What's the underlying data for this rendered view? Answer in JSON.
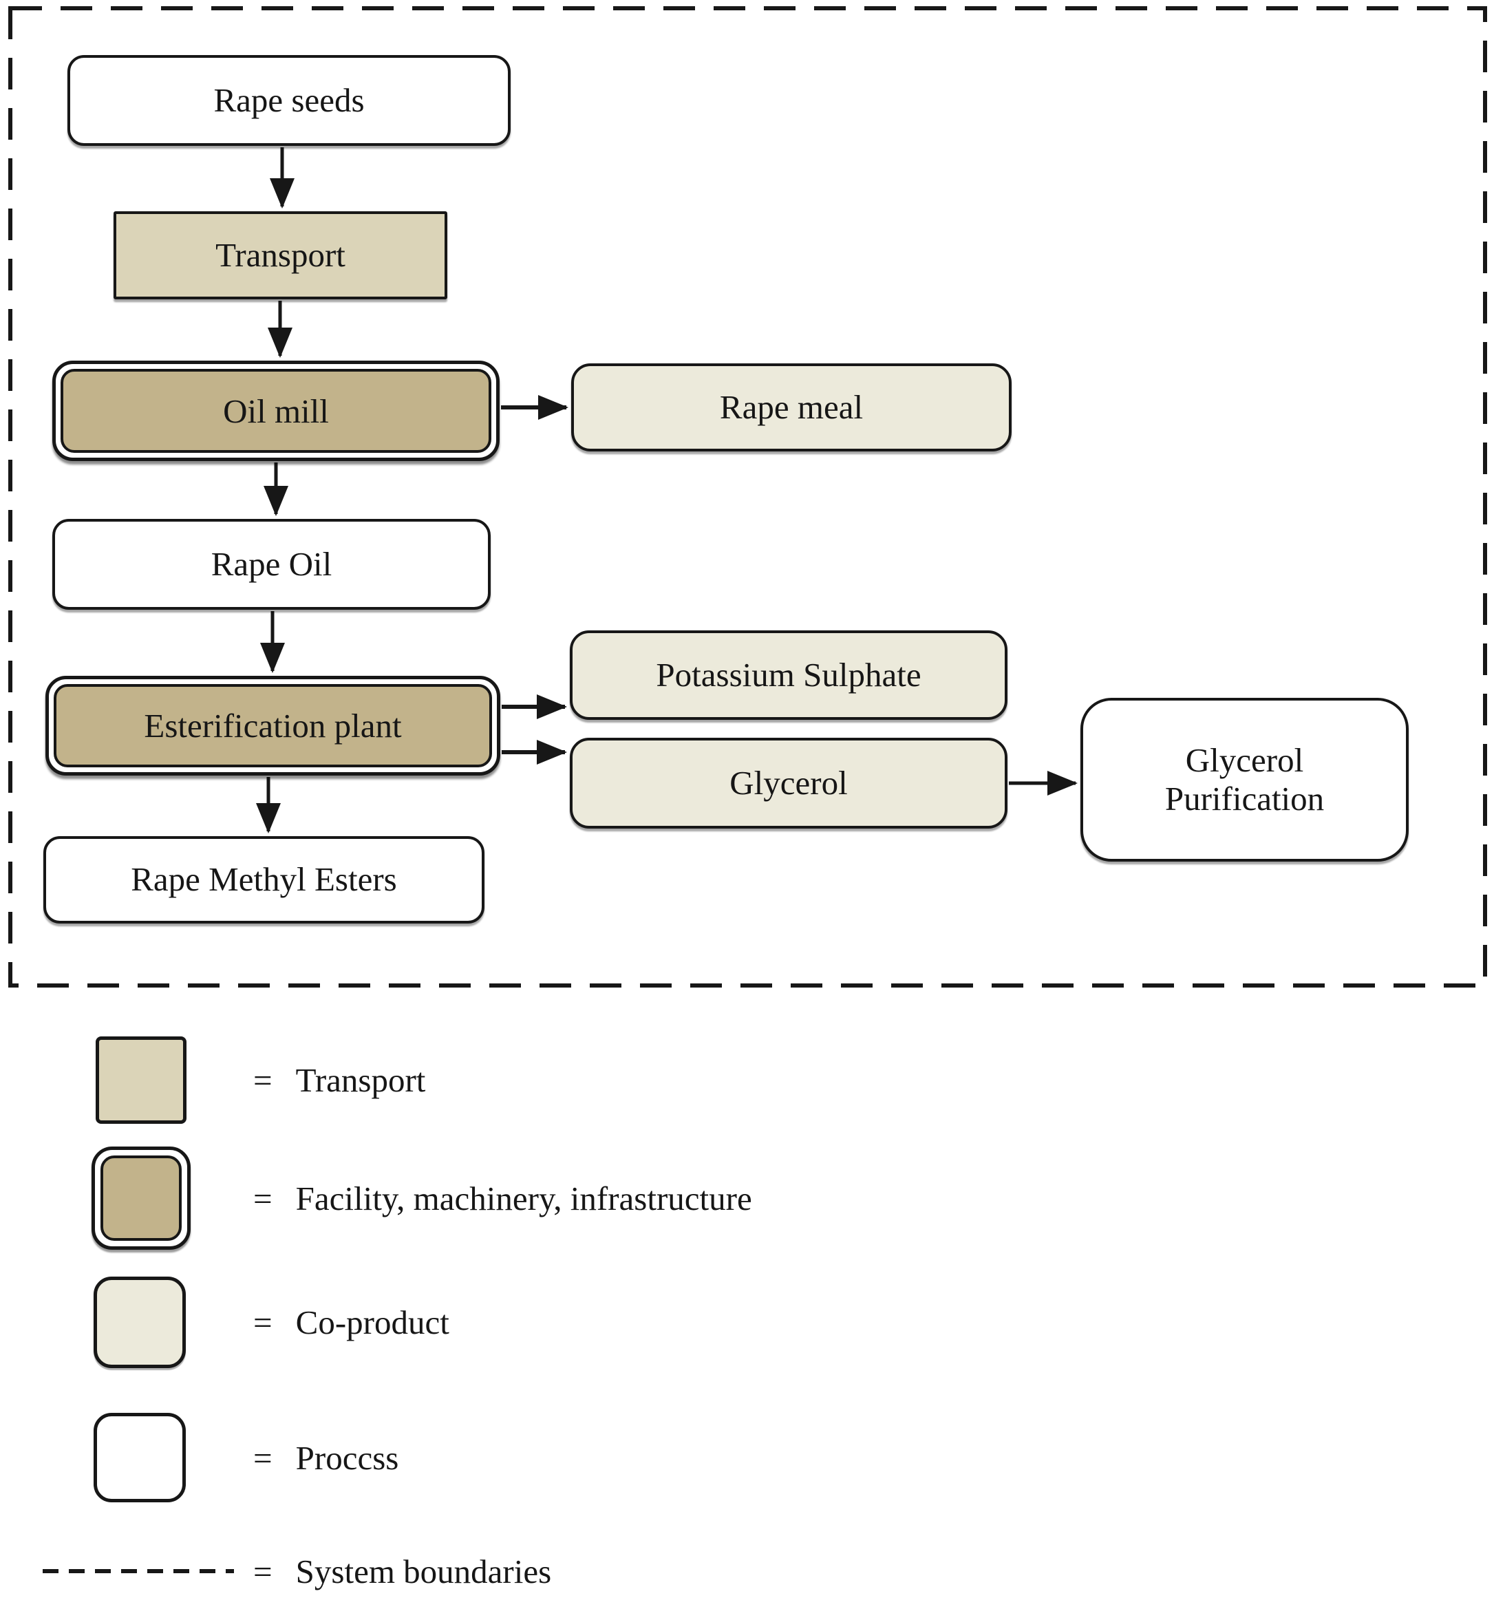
{
  "diagram": {
    "nodes": [
      {
        "id": "rape-seeds",
        "label": "Rape seeds",
        "type": "process"
      },
      {
        "id": "transport",
        "label": "Transport",
        "type": "transport"
      },
      {
        "id": "oil-mill",
        "label": "Oil mill",
        "type": "facility"
      },
      {
        "id": "rape-meal",
        "label": "Rape meal",
        "type": "co-product"
      },
      {
        "id": "rape-oil",
        "label": "Rape Oil",
        "type": "process"
      },
      {
        "id": "esterification-plant",
        "label": "Esterification plant",
        "type": "facility"
      },
      {
        "id": "potassium-sulphate",
        "label": "Potassium Sulphate",
        "type": "co-product"
      },
      {
        "id": "glycerol",
        "label": "Glycerol",
        "type": "co-product"
      },
      {
        "id": "glycerol-purification",
        "label": "Glycerol Purification",
        "type": "process"
      },
      {
        "id": "rape-methyl-esters",
        "label": "Rape Methyl Esters",
        "type": "process"
      }
    ],
    "edges": [
      {
        "from": "rape-seeds",
        "to": "transport"
      },
      {
        "from": "transport",
        "to": "oil-mill"
      },
      {
        "from": "oil-mill",
        "to": "rape-meal"
      },
      {
        "from": "oil-mill",
        "to": "rape-oil"
      },
      {
        "from": "rape-oil",
        "to": "esterification-plant"
      },
      {
        "from": "esterification-plant",
        "to": "potassium-sulphate"
      },
      {
        "from": "esterification-plant",
        "to": "glycerol"
      },
      {
        "from": "esterification-plant",
        "to": "rape-methyl-esters"
      },
      {
        "from": "glycerol",
        "to": "glycerol-purification"
      }
    ]
  },
  "legend": {
    "equals": "=",
    "items": [
      {
        "key": "transport",
        "label": "Transport"
      },
      {
        "key": "facility",
        "label": "Facility, machinery, infrastructure"
      },
      {
        "key": "co-product",
        "label": "Co-product"
      },
      {
        "key": "process",
        "label": "Proccss"
      },
      {
        "key": "system-boundaries",
        "label": "System boundaries"
      }
    ]
  },
  "colors": {
    "transport_fill": "#dbd4b8",
    "facility_fill": "#c2b38b",
    "co_product_fill": "#eceadb",
    "process_fill": "#ffffff",
    "line": "#171717"
  }
}
